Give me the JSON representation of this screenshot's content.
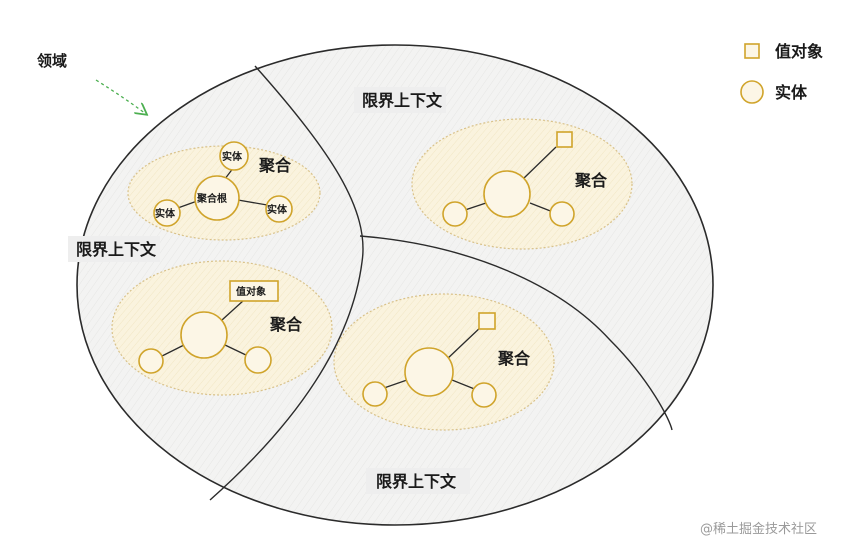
{
  "domain_label": "领域",
  "legend": {
    "value_object": "值对象",
    "entity": "实体"
  },
  "contexts": {
    "left": "限界上下文",
    "top_right": "限界上下文",
    "bottom": "限界上下文"
  },
  "aggregates": {
    "left_top": {
      "label": "聚合",
      "root_label": "聚合根",
      "entity_label": "实体"
    },
    "left_bottom": {
      "label": "聚合",
      "value_object_label": "值对象"
    },
    "top_right": {
      "label": "聚合"
    },
    "bottom_right": {
      "label": "聚合"
    }
  },
  "watermark": "@稀土掘金技术社区",
  "colors": {
    "aggregate_fill": "#f9f1da",
    "node_stroke": "#d0a42b",
    "arrow": "#4caf50"
  }
}
